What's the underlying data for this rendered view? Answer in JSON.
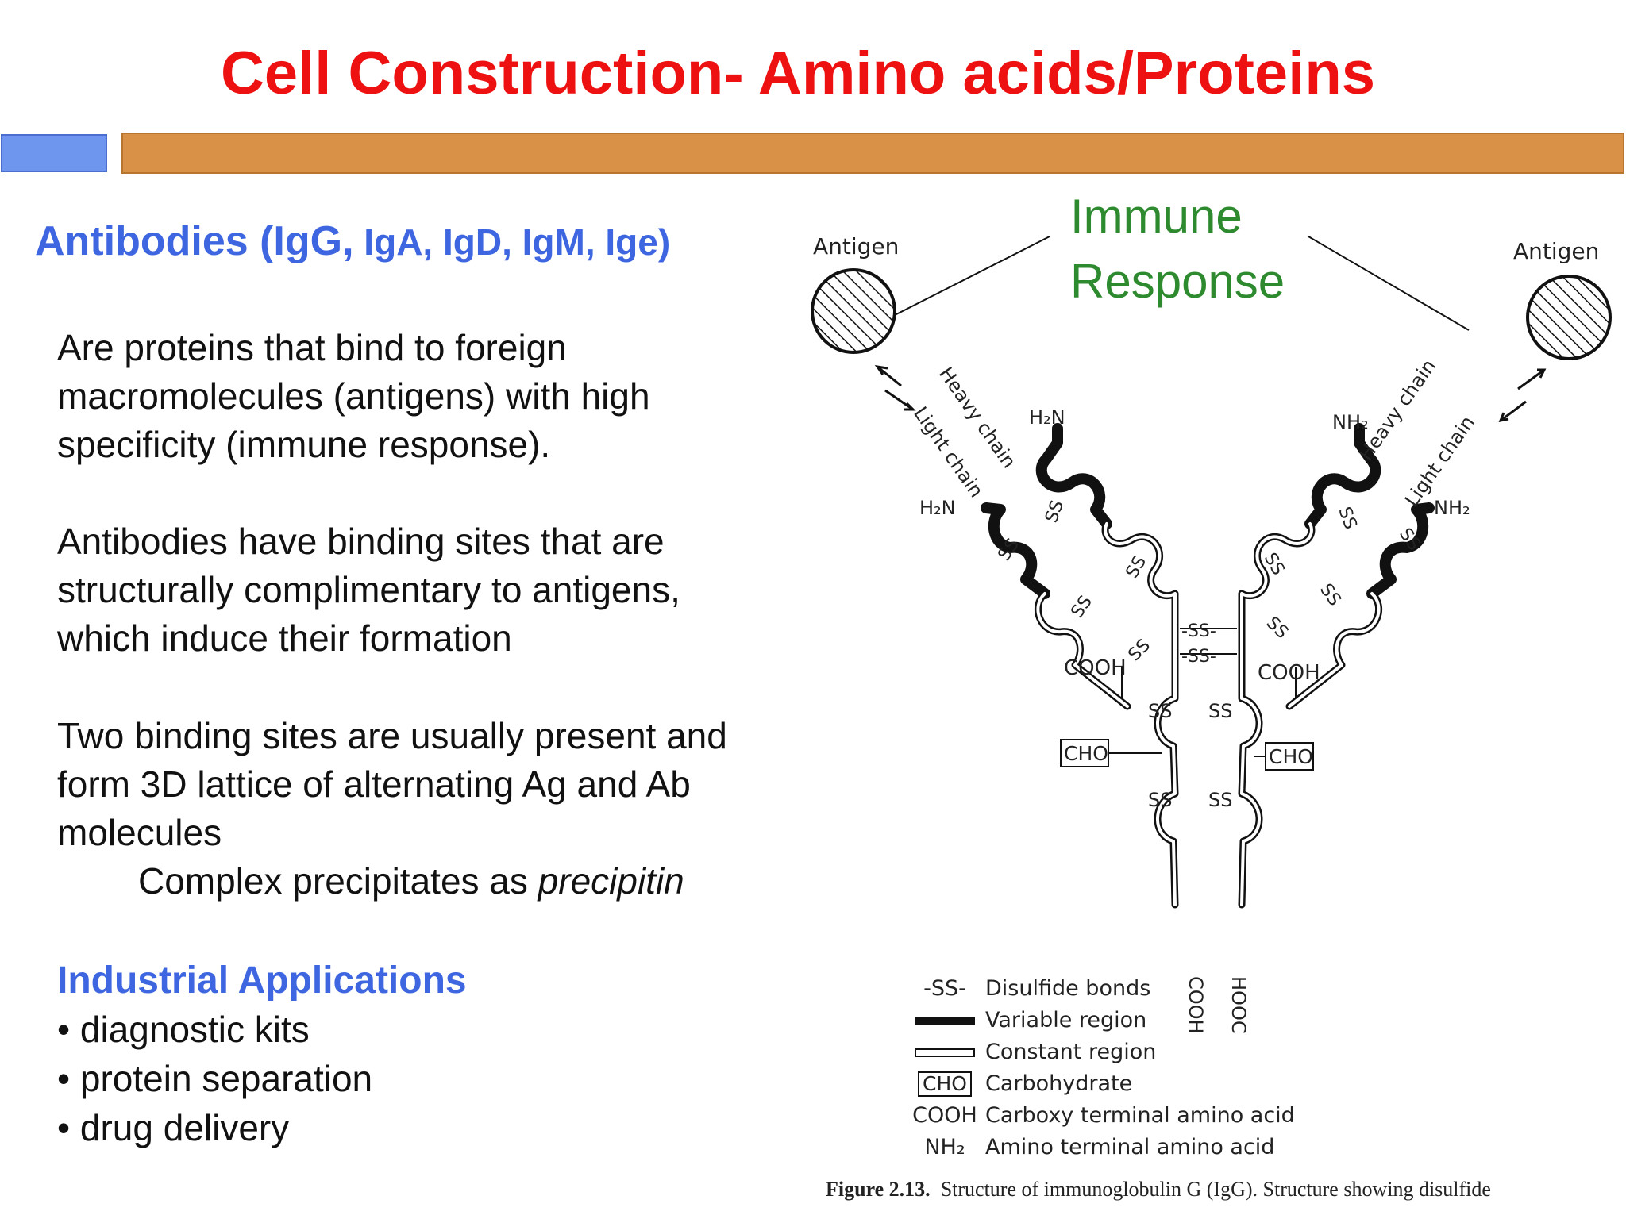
{
  "slide": {
    "title": "Cell Construction- Amino acids/Proteins",
    "heading_main": "Antibodies (IgG,",
    "heading_rest": " IgA, IgD, IgM, Ige)",
    "para1": [
      "Are proteins that bind to foreign",
      "macromolecules (antigens) with high",
      "specificity (immune response)."
    ],
    "para2": [
      "Antibodies have binding sites that are",
      "structurally complimentary to antigens,",
      "which induce their formation"
    ],
    "para3": [
      "Two binding sites are usually present and",
      "form 3D lattice of alternating Ag and Ab",
      "molecules"
    ],
    "para3_indent_prefix": "Complex precipitates as ",
    "para3_indent_italic": "precipitin",
    "applications_title": "Industrial Applications",
    "applications": [
      "diagnostic kits",
      "protein separation",
      "drug delivery"
    ]
  },
  "figure": {
    "immune_response": [
      "Immune",
      "Response"
    ],
    "antigen_left": "Antigen",
    "antigen_right": "Antigen",
    "heavy_chain": "Heavy chain",
    "light_chain": "Light chain",
    "h2n": "H₂N",
    "nh2": "NH₂",
    "cooh": "COOH",
    "hooc": "HOOC",
    "ss": "SS",
    "ss_bond": "-SS-",
    "cho": "CHO",
    "legend": [
      {
        "symbol": "-SS-",
        "label": "Disulfide bonds"
      },
      {
        "symbol": "variable-bar",
        "label": "Variable region"
      },
      {
        "symbol": "constant-bar",
        "label": "Constant region"
      },
      {
        "symbol": "CHO",
        "label": "Carbohydrate"
      },
      {
        "symbol": "COOH",
        "label": "Carboxy terminal amino acid"
      },
      {
        "symbol": "NH₂",
        "label": "Amino terminal amino acid"
      }
    ],
    "caption_label": "Figure 2.13.",
    "caption_text": "Structure of immunoglobulin G (IgG). Structure showing disulfide"
  }
}
